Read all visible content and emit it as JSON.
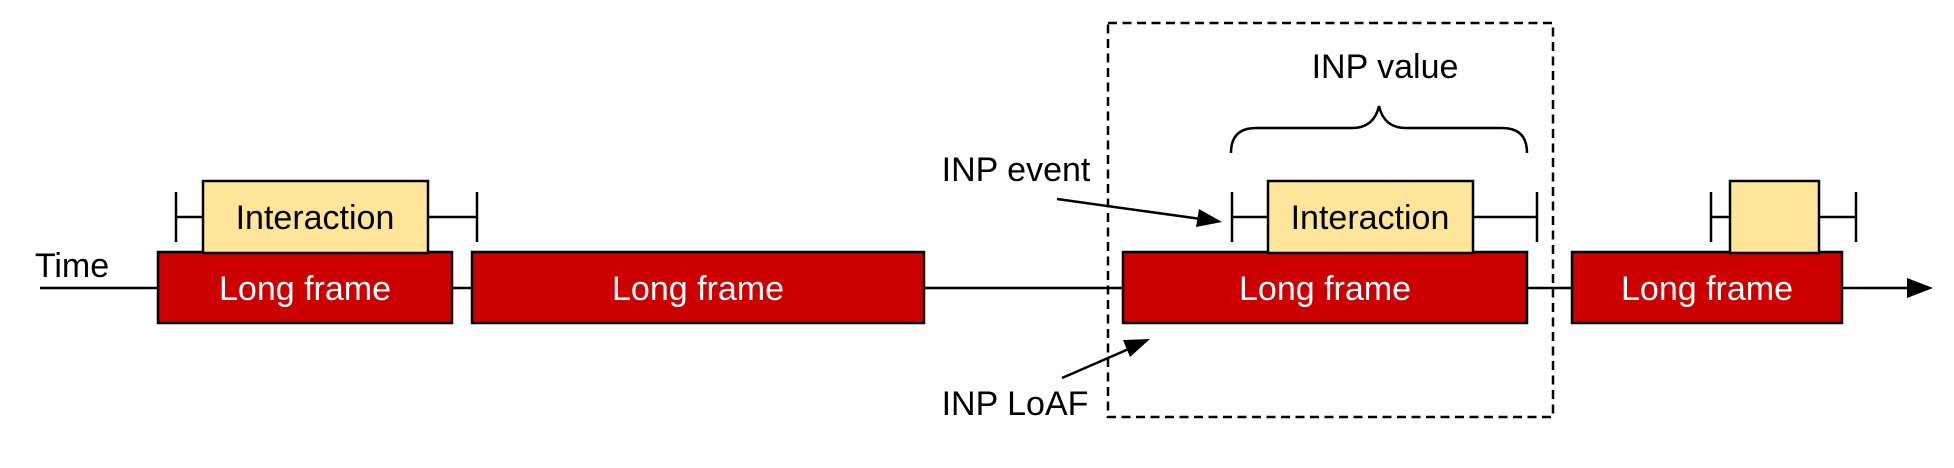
{
  "colors": {
    "frame_fill": "#cc0000",
    "interaction_fill": "#ffe599",
    "frame_text": "#ffffff",
    "label_text": "#000000",
    "stroke": "#000000",
    "background": "#ffffff"
  },
  "timeline": {
    "label": "Time"
  },
  "frames": [
    {
      "label": "Long frame"
    },
    {
      "label": "Long frame"
    },
    {
      "label": "Long frame"
    },
    {
      "label": "Long frame"
    }
  ],
  "interactions": [
    {
      "label": "Interaction"
    },
    {
      "label": "Interaction"
    },
    {
      "label": ""
    }
  ],
  "annotations": {
    "event": "INP event",
    "value": "INP value",
    "loaf": "INP LoAF"
  }
}
